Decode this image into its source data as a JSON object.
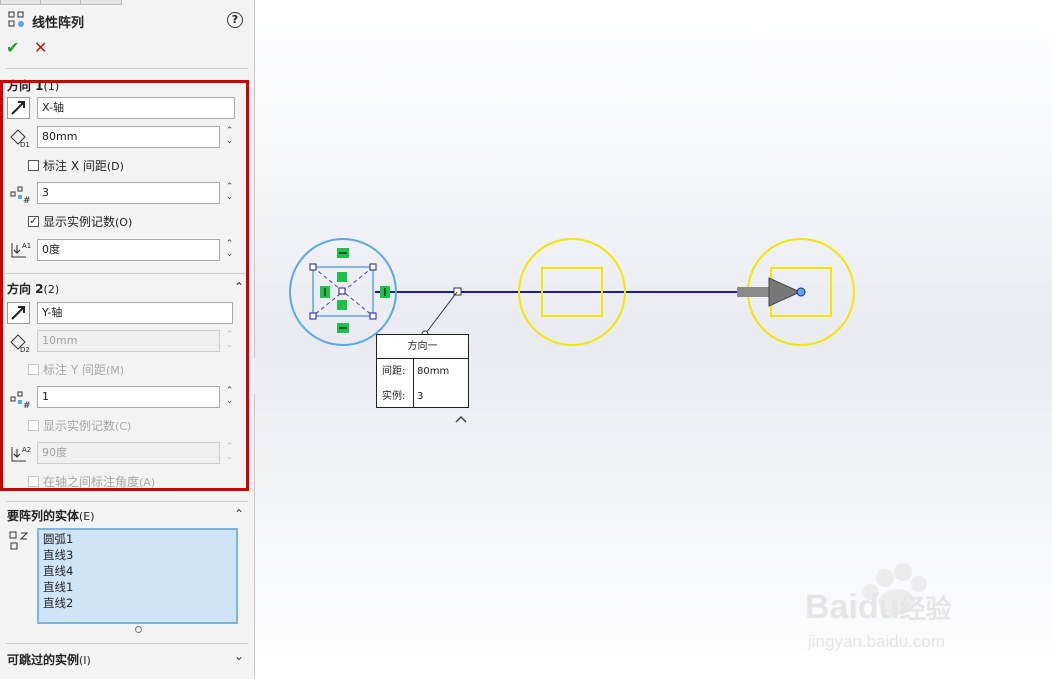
{
  "feature": {
    "title": "线性阵列",
    "help": "?",
    "ok": "✔",
    "cancel": "✕"
  },
  "direction1": {
    "title": "方向 1",
    "title_suffix": "(1)",
    "axis": "X-轴",
    "spacing": "80mm",
    "dim_spacing_label": "标注 X 间距",
    "dim_spacing_shortcut": "(D)",
    "instances": "3",
    "show_count_label": "显示实例记数",
    "show_count_shortcut": "(O)",
    "show_count_checked": true,
    "angle": "0度"
  },
  "direction2": {
    "title": "方向 2",
    "title_suffix": "(2)",
    "axis": "Y-轴",
    "spacing": "10mm",
    "dim_spacing_label": "标注 Y 间距",
    "dim_spacing_shortcut": "(M)",
    "instances": "1",
    "show_count_label": "显示实例记数",
    "show_count_shortcut": "(C)",
    "angle": "90度",
    "dim_angle_label": "在轴之间标注角度",
    "dim_angle_shortcut": "(A)"
  },
  "entities": {
    "title": "要阵列的实体",
    "title_suffix": "(E)",
    "items": [
      "圆弧1",
      "直线3",
      "直线4",
      "直线1",
      "直线2"
    ]
  },
  "skip": {
    "title": "可跳过的实例",
    "title_suffix": "(I)"
  },
  "tooltip": {
    "title": "方向一",
    "spacing_label": "间距:",
    "spacing_value": "80mm",
    "instances_label": "实例:",
    "instances_value": "3"
  },
  "watermark": {
    "brand": "Baidu",
    "brand_cn": "经验",
    "url": "jingyan.baidu.com"
  },
  "colors": {
    "highlight": "#d40000",
    "selection": "#5aa9e6",
    "instance": "#f0e800",
    "axis": "#1a1aa8",
    "handle": "#1fbf4a"
  }
}
